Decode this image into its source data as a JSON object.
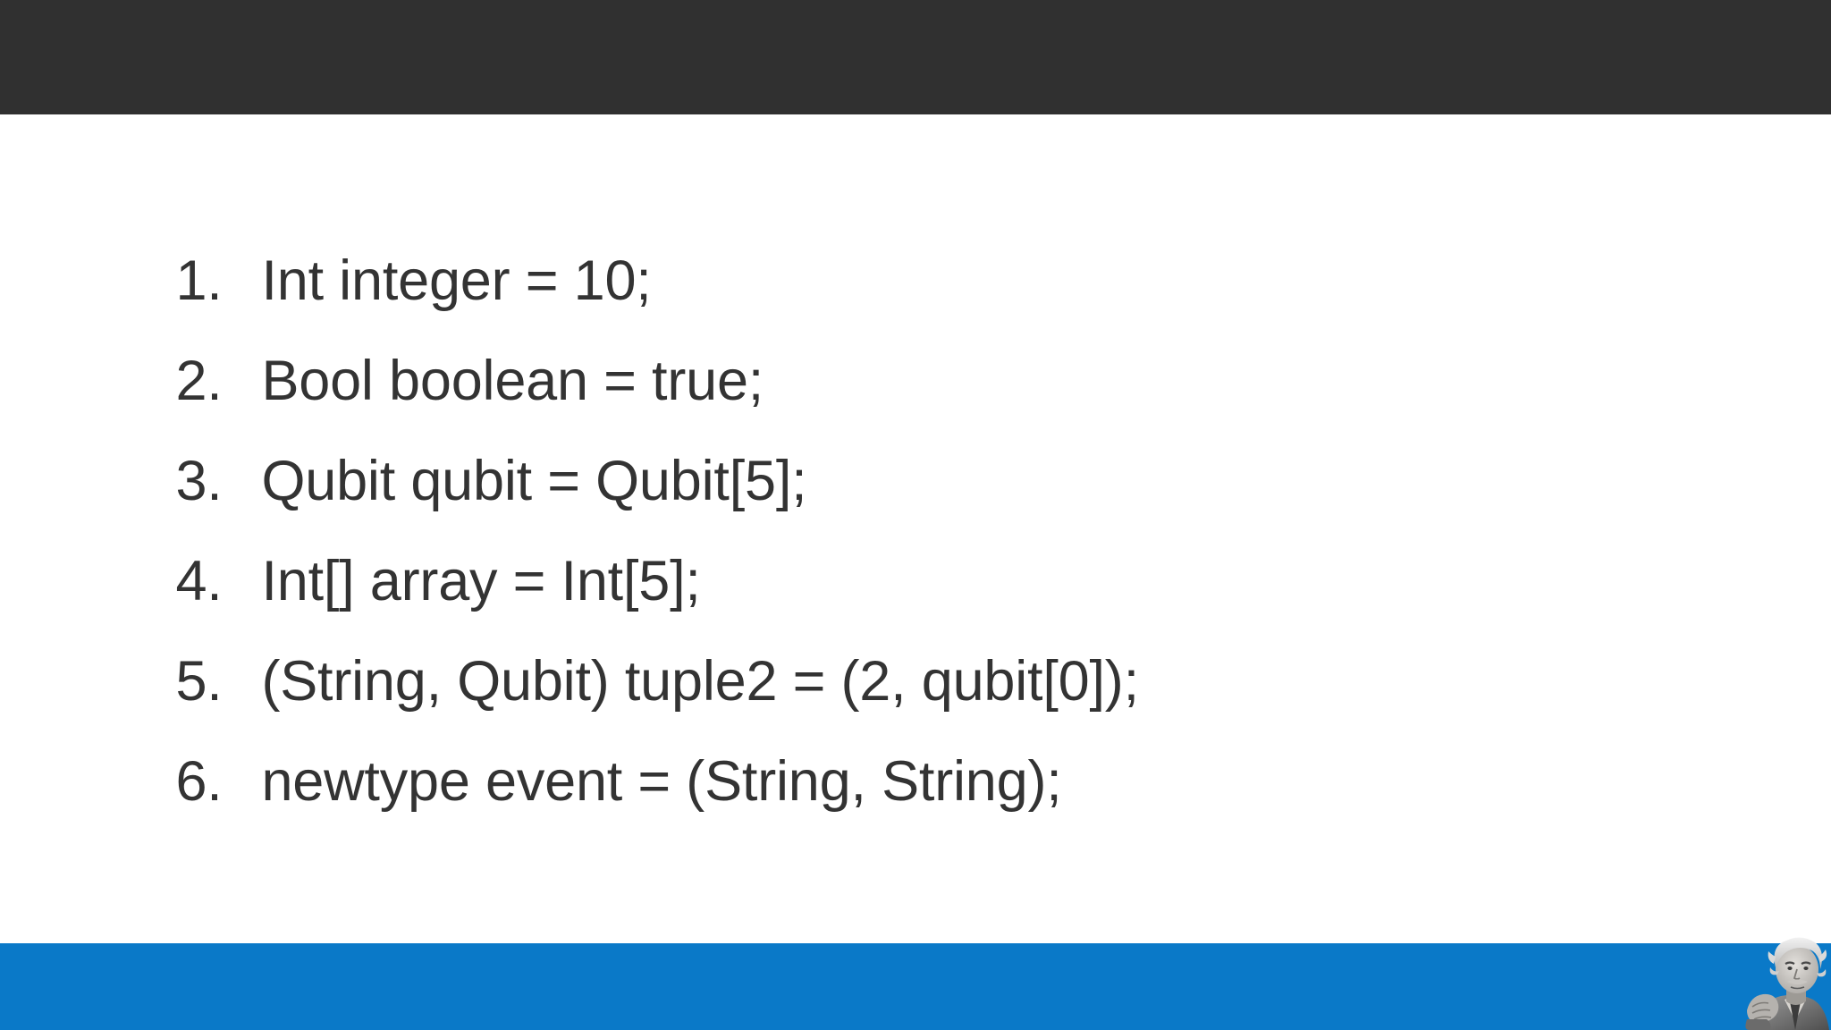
{
  "slide": {
    "title": "",
    "header": {
      "background_color": "#303030"
    },
    "footer": {
      "background_color": "#0a79c8",
      "figure_alt": "einstein-photo"
    },
    "body_background_color": "#ffffff",
    "text_color": "#333333"
  },
  "code_list": [
    {
      "number": "1.",
      "text": "Int integer = 10;"
    },
    {
      "number": "2.",
      "text": "Bool boolean = true;"
    },
    {
      "number": "3.",
      "text": "Qubit qubit = Qubit[5];"
    },
    {
      "number": "4.",
      "text": "Int[] array = Int[5];"
    },
    {
      "number": "5.",
      "text": "(String, Qubit) tuple2 = (2, qubit[0]);"
    },
    {
      "number": "6.",
      "text": "newtype event = (String, String);"
    }
  ]
}
